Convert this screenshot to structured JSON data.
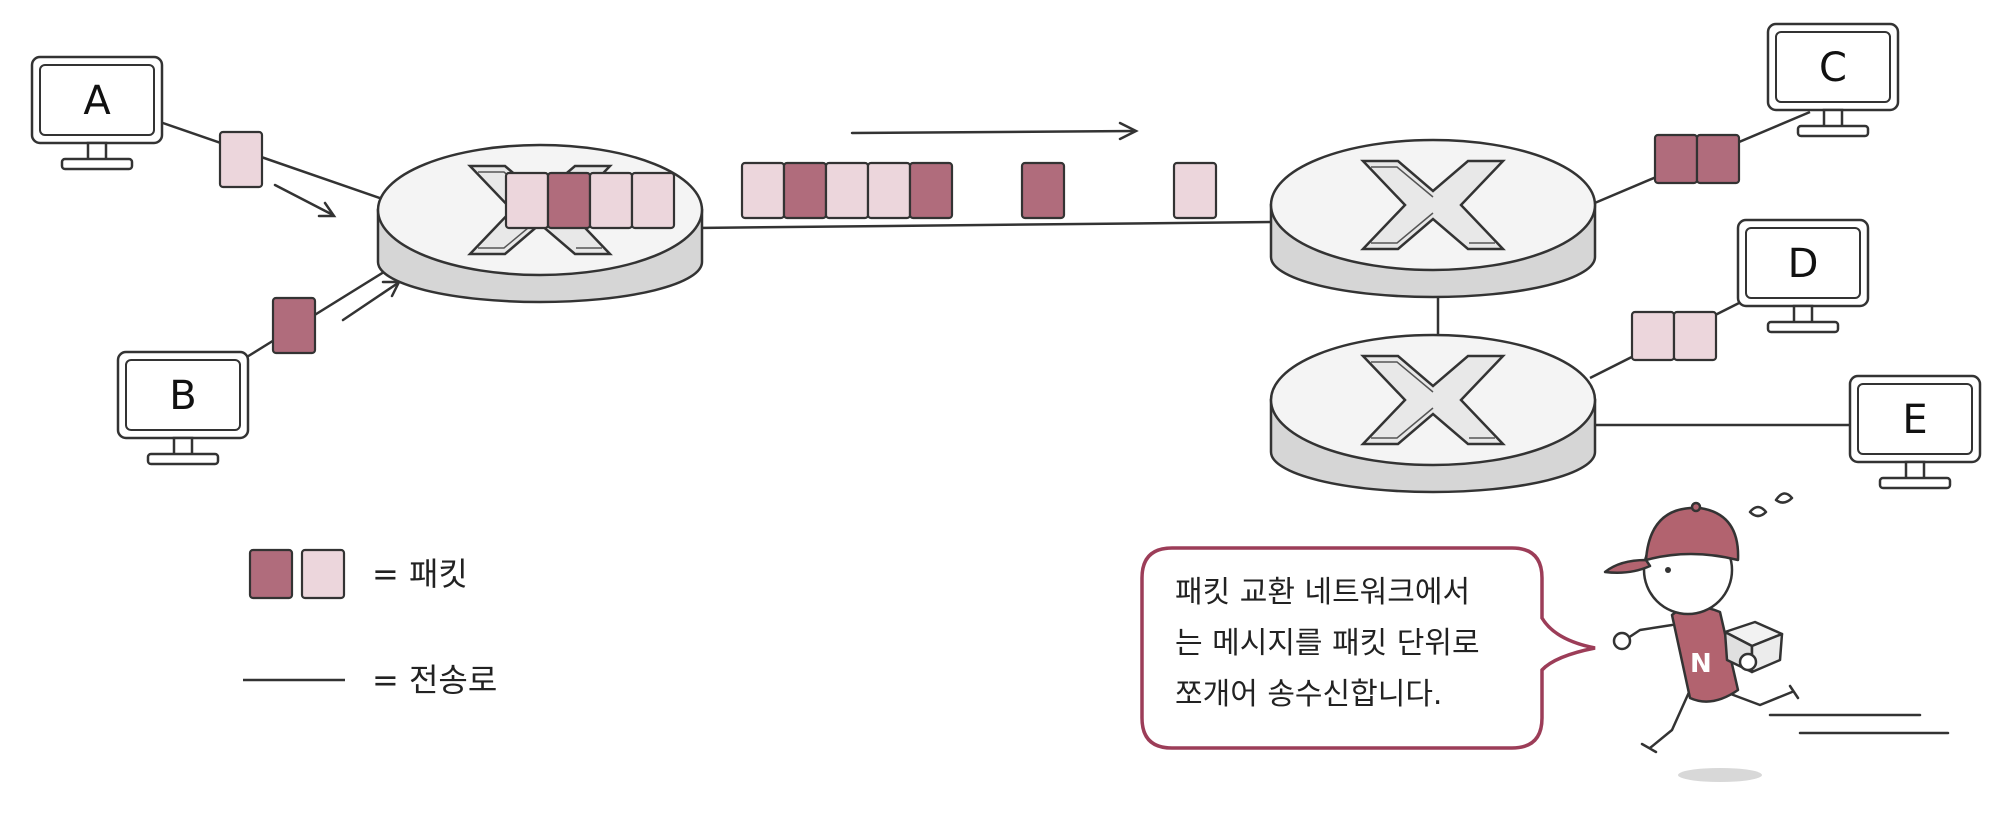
{
  "computers": [
    {
      "id": "A",
      "label": "A"
    },
    {
      "id": "B",
      "label": "B"
    },
    {
      "id": "C",
      "label": "C"
    },
    {
      "id": "D",
      "label": "D"
    },
    {
      "id": "E",
      "label": "E"
    }
  ],
  "legend": {
    "packet_label": "= 패킷",
    "line_label": "= 전송로"
  },
  "speech_bubble": {
    "lines": [
      "패킷 교환 네트워크에서",
      "는 메시지를 패킷 단위로",
      "쪼개어 송수신합니다."
    ]
  },
  "colors": {
    "packet_dark": "#b06c7c",
    "packet_light": "#ecd6dc",
    "router_top": "#f4f4f4",
    "router_side": "#d6d6d6",
    "bubble_border": "#9c3d58",
    "cap": "#b2636f",
    "outline": "#333333"
  },
  "icons": {
    "computer": "monitor-icon",
    "router": "router-icon",
    "courier": "courier-character-icon"
  }
}
